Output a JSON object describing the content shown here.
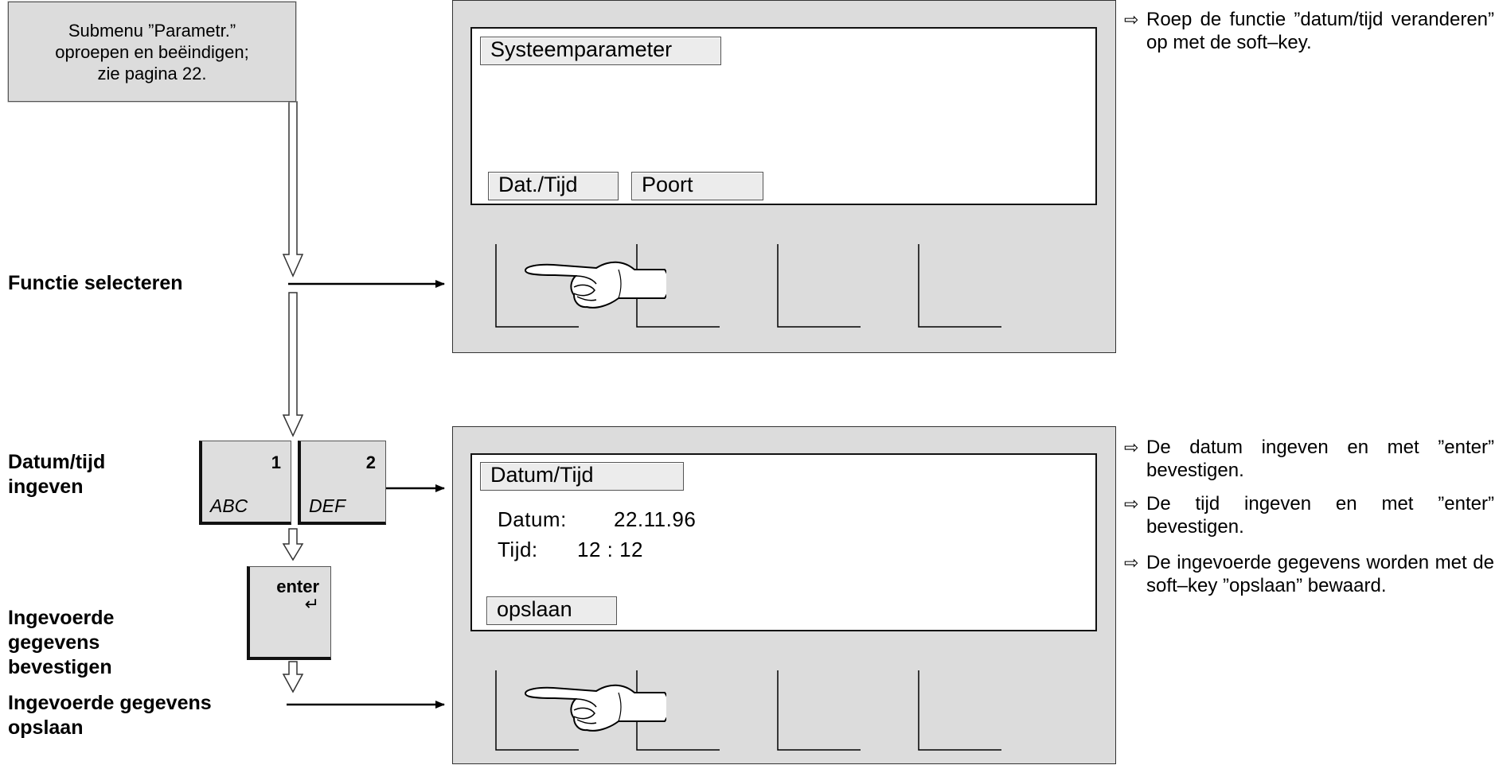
{
  "flow": {
    "start_box": "Submenu ”Parametr.”\noproepen en beëindigen;\nzie pagina 22.",
    "steps": [
      "Functie selecteren",
      "Datum/tijd\ningeven",
      "Ingevoerde\ngegevens\nbevestigen",
      "Ingevoerde gegevens\nopslaan"
    ]
  },
  "keys": [
    {
      "number": "1",
      "letters": "ABC"
    },
    {
      "number": "2",
      "letters": "DEF"
    },
    {
      "label": "enter",
      "symbol": "↵"
    }
  ],
  "screen1": {
    "title": "Systeemparameter",
    "softkeys": [
      "Dat./Tijd",
      "Poort"
    ]
  },
  "screen2": {
    "title": "Datum/Tijd",
    "date_label": "Datum:",
    "date_value": "22.11.96",
    "time_label": "Tijd:",
    "time_value": "12 : 12",
    "softkey": "opslaan"
  },
  "instructions": [
    {
      "icon": "hollow-arrow-icon",
      "text": "Roep de functie ”datum/tijd veranderen” op met de soft–key."
    },
    {
      "icon": "hollow-arrow-icon",
      "text": "De datum ingeven en met ”enter” bevestigen."
    },
    {
      "icon": "hollow-arrow-icon",
      "text": "De tijd ingeven en met ”enter” bevestigen."
    },
    {
      "icon": "hollow-arrow-icon",
      "text": "De ingevoerde gegevens worden met de soft–key ”opslaan” bewaard."
    }
  ]
}
